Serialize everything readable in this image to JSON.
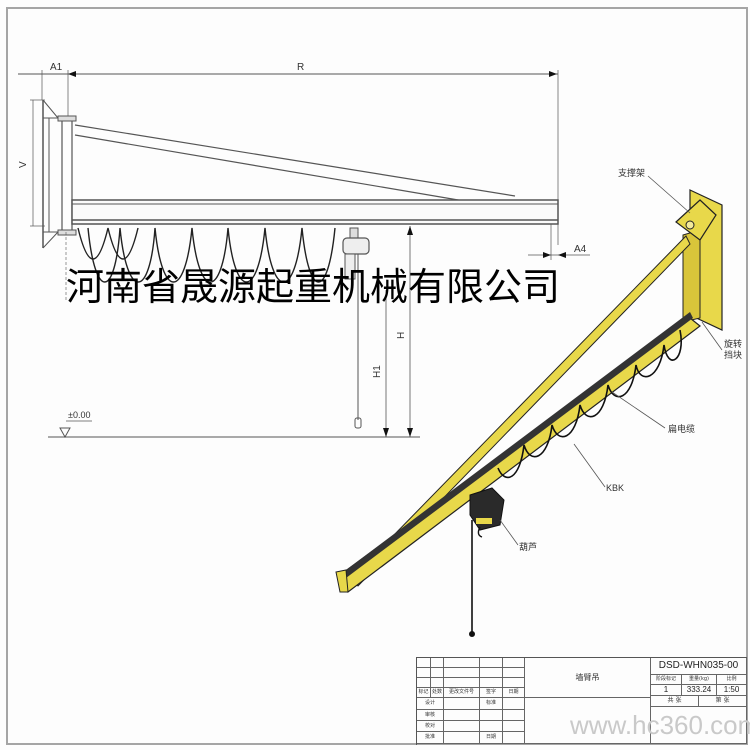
{
  "drawing": {
    "company_name": "河南省晟源起重机械有限公司",
    "title": "墙臂吊",
    "drawing_number": "DSD-WHN035-00",
    "watermark": "www.hc360.com",
    "colors": {
      "frame": "#9a9a9a",
      "line": "#444444",
      "crane_yellow": "#e8d84a",
      "crane_dark": "#2a2a2a"
    }
  },
  "side_view": {
    "dimensions": {
      "a1": "A1",
      "r": "R",
      "v": "V",
      "a4": "A4",
      "h": "H",
      "h1": "H1",
      "ground_level": "±0.00"
    }
  },
  "iso_view": {
    "callouts": {
      "support_frame": "支撑架",
      "rotation_stop": "旋转挡块",
      "flat_cable": "扁电缆",
      "kbk": "KBK",
      "hoist": "葫芦"
    }
  },
  "title_block": {
    "header_row": [
      "标记",
      "处数",
      "更改文件号",
      "签字",
      "日期"
    ],
    "left_rows": [
      {
        "label": "设计",
        "mid": "",
        "right": "标准"
      },
      {
        "label": "审核",
        "mid": "",
        "right": ""
      },
      {
        "label": "校对",
        "mid": "",
        "right": ""
      },
      {
        "label": "批准",
        "mid": "",
        "right": "日期"
      }
    ],
    "attr_headers": [
      "阶段标记",
      "重量(kg)",
      "比例"
    ],
    "attr_values": [
      "1",
      "333.24",
      "1:50"
    ],
    "sheet_row": [
      "共  张",
      "第  张"
    ]
  }
}
